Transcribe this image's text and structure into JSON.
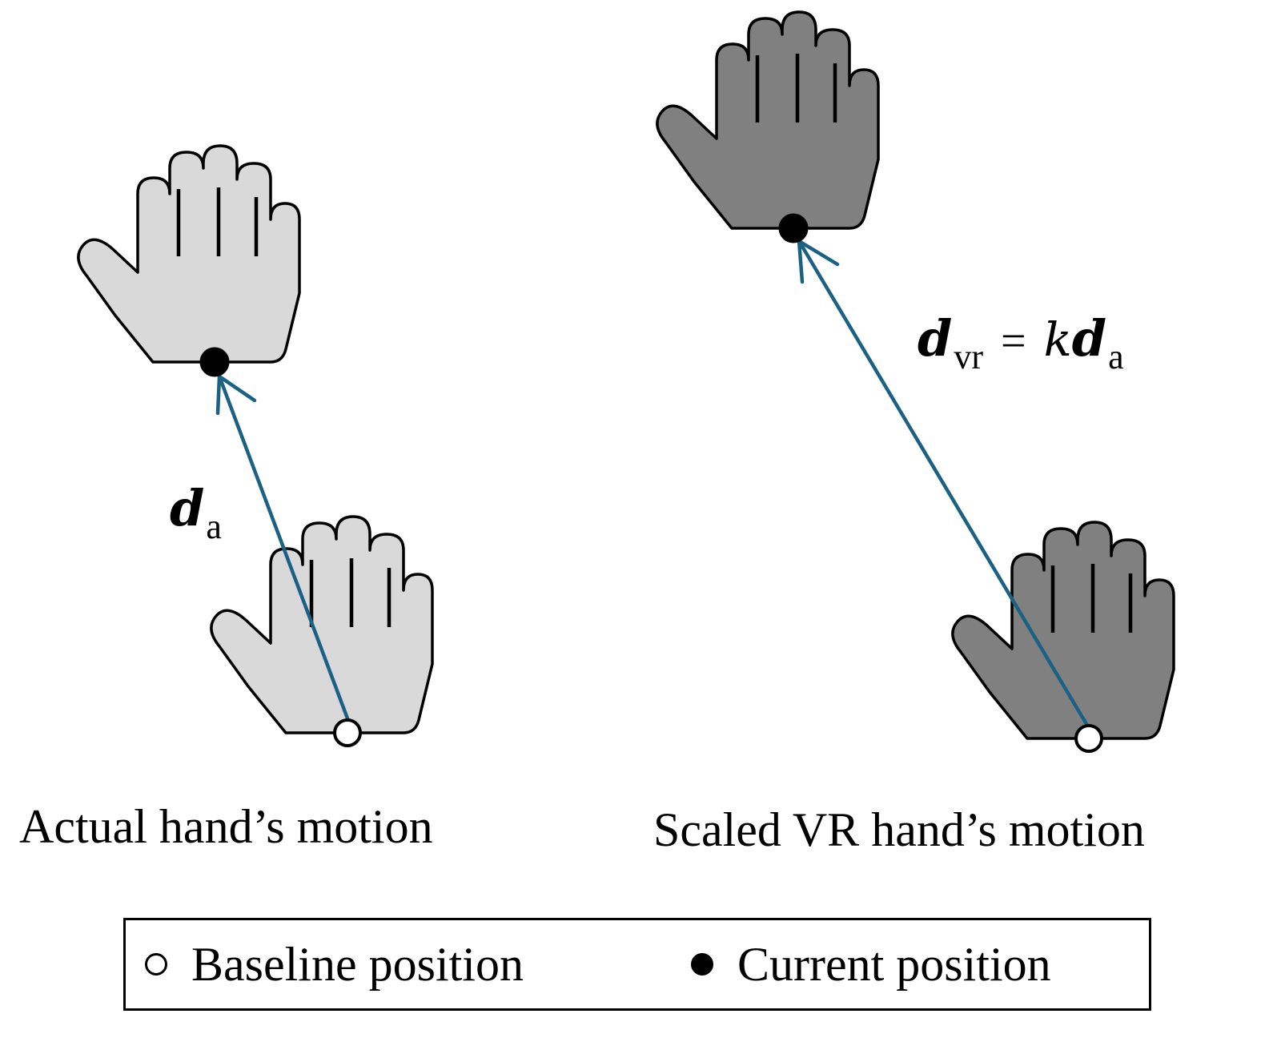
{
  "captions": {
    "left": "Actual hand’s motion",
    "right": "Scaled VR hand’s motion"
  },
  "equations": {
    "left": {
      "vector": "d",
      "subscript": "a"
    },
    "right": {
      "lhs_vector": "d",
      "lhs_subscript": "vr",
      "equals": "=",
      "scalar": "k",
      "rhs_vector": "d",
      "rhs_subscript": "a"
    }
  },
  "legend": {
    "baseline_label": "Baseline position",
    "current_label": "Current position"
  },
  "colors": {
    "actual_hand_fill": "#d9d9d9",
    "vr_hand_fill": "#808080",
    "hand_outline": "#000000",
    "arrow": "#1b6184"
  }
}
